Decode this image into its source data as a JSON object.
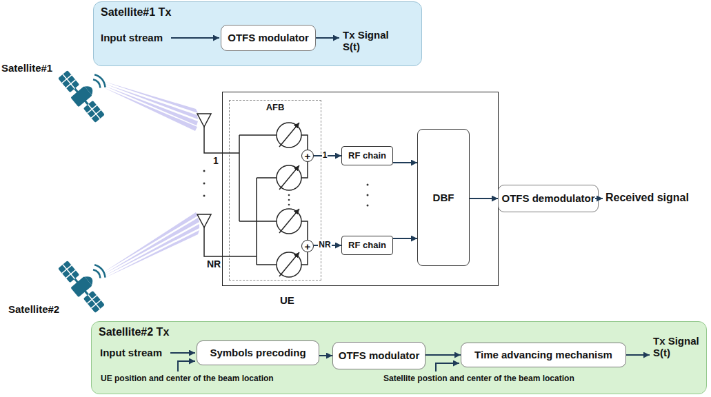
{
  "diagram": {
    "nodes": [
      {
        "text": [
          "Satellite#1 Tx"
        ]
      },
      {
        "text": [
          "OTFS modulator"
        ],
        "in": 0
      },
      {
        "text": [
          "UE"
        ]
      },
      {
        "text": [
          "AFB"
        ],
        "in": 2
      },
      {
        "text": [
          "+"
        ],
        "in": 3
      },
      {
        "text": [
          "+"
        ],
        "in": 3
      },
      {
        "text": [
          "RF chain"
        ],
        "in": 2
      },
      {
        "text": [
          "RF chain"
        ],
        "in": 2
      },
      {
        "text": [
          "DBF"
        ],
        "in": 2
      },
      {
        "text": [
          "OTFS demodulator"
        ]
      },
      {
        "text": [
          "Satellite#2 Tx"
        ]
      },
      {
        "text": [
          "Symbols precoding"
        ],
        "in": 10
      },
      {
        "text": [
          "OTFS modulator"
        ],
        "in": 10
      },
      {
        "text": [
          "Time advancing mechanism"
        ],
        "in": 10
      }
    ],
    "edges": [
      {
        "from": 4,
        "to": 6,
        "arrow": "to",
        "label": "1"
      },
      {
        "from": 5,
        "to": 7,
        "arrow": "to",
        "label": "NR"
      },
      {
        "from": 6,
        "to": 8,
        "arrow": "to"
      },
      {
        "from": 7,
        "to": 8,
        "arrow": "to"
      },
      {
        "from": 8,
        "to": 9,
        "arrow": "to"
      },
      {
        "from": 11,
        "to": 12,
        "arrow": "to"
      },
      {
        "from": 12,
        "to": 13,
        "arrow": "to"
      }
    ],
    "labels": [
      "Satellite#1",
      "Input stream",
      "Tx Signal S(t)",
      "1",
      "NR",
      "Received signal",
      "Satellite#2",
      "Input stream",
      "UE position and center of the beam location",
      "Satellite postion and center of the beam location",
      "Tx Signal S(t)"
    ]
  }
}
